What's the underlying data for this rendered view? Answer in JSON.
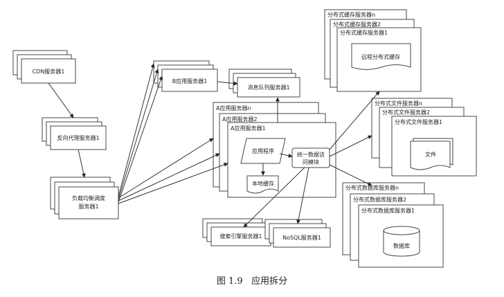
{
  "nodes": {
    "cdn": "CDN服务器1",
    "proxy": "反向代理服务器1",
    "lb_line1": "负载均衡调度",
    "lb_line2": "服务器1",
    "b_app": "B应用服务器1",
    "mq": "消息队列服务器1",
    "a_app_n": "A应用服务器n",
    "a_app_2": "A应用服务器2",
    "a_app_1": "A应用服务器1",
    "app_program": "应用程序",
    "local_cache": "本地缓存",
    "uda_line1": "统一数据访",
    "uda_line2": "问模块",
    "search": "搜索引擎服务器1",
    "nosql": "NoSQL服务器1",
    "cache_n": "分布式缓存服务器n",
    "cache_2": "分布式缓存服务器2",
    "cache_1": "分布式缓存服务器1",
    "remote_cache": "远程分布式缓存",
    "file_n": "分布式文件服务器n",
    "file_2": "分布式文件服务器2",
    "file_1": "分布式文件服务器1",
    "file_doc": "文件",
    "db_n": "分布式数据库服务器n",
    "db_2": "分布式数据库服务器2",
    "db_1": "分布式数据库服务器1",
    "database": "数据库"
  },
  "caption": {
    "label": "图 1.9",
    "title": "应用拆分"
  }
}
